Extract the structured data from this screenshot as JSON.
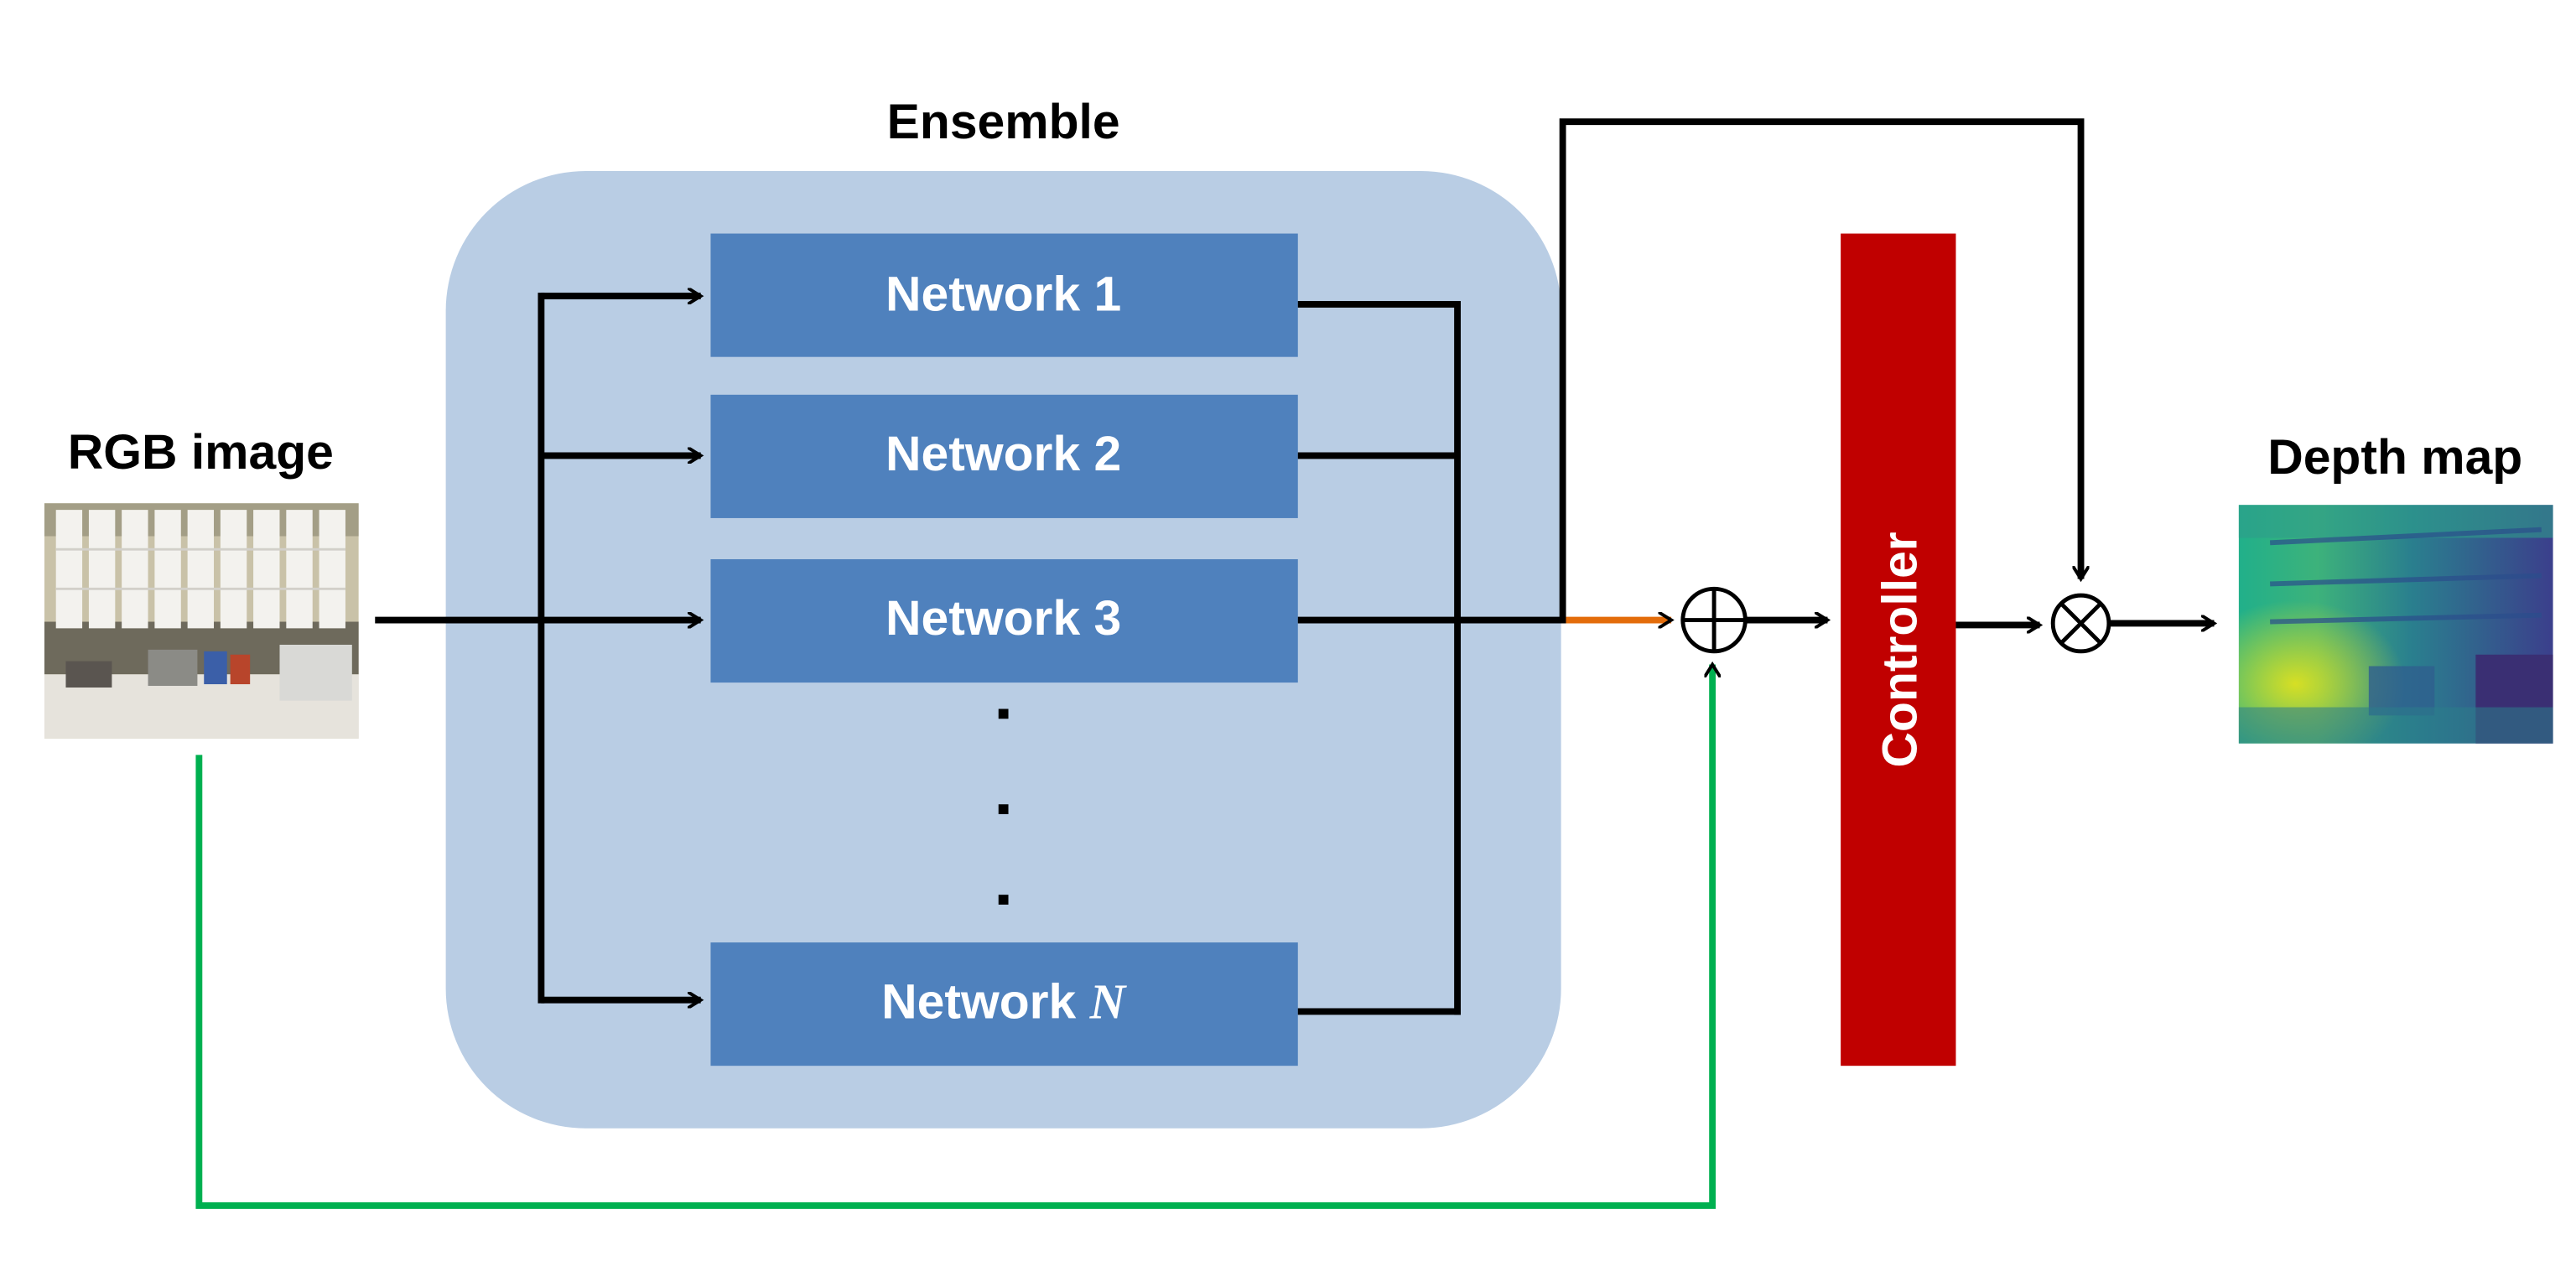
{
  "labels": {
    "ensemble": "Ensemble",
    "input": "RGB image",
    "output": "Depth map",
    "controller": "Controller"
  },
  "networks": [
    {
      "text": "Network 1",
      "italic": ""
    },
    {
      "text": "Network 2",
      "italic": ""
    },
    {
      "text": "Network 3",
      "italic": ""
    },
    {
      "text": "Network ",
      "italic": "N"
    }
  ],
  "colors": {
    "ensemble_bg": "#b9cde4",
    "network_box": "#4f81bd",
    "controller": "#c00000",
    "wire": "#000000",
    "orange_arrow": "#e36c0a",
    "green_path": "#00b050"
  },
  "icons": {
    "sum": "circle-plus-icon",
    "product": "circle-times-icon"
  }
}
